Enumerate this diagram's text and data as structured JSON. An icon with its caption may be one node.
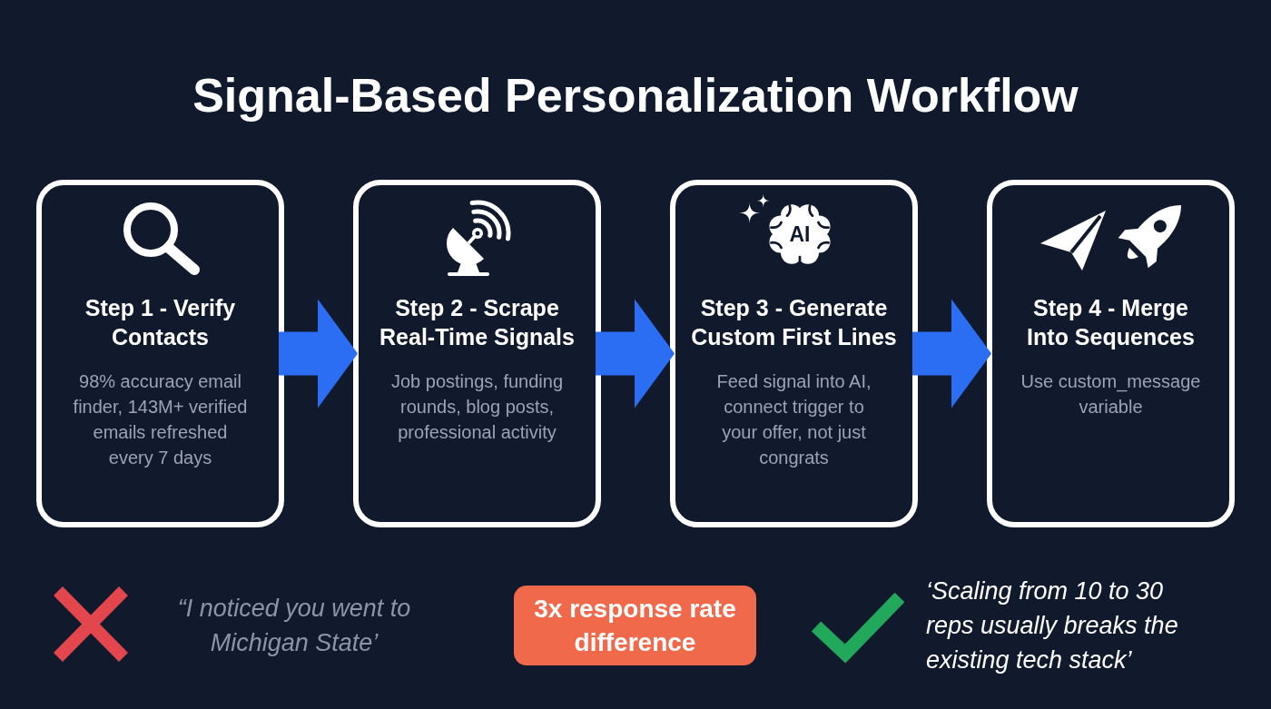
{
  "diagram": {
    "title": "Signal-Based Personalization Workflow",
    "nodes": [
      {
        "text": [
          "Step 1 - Verify Contacts",
          "98% accuracy email finder, 143M+ verified emails refreshed every 7 days"
        ]
      },
      {
        "text": [
          "Step 2 - Scrape Real-Time Signals",
          "Job postings, funding rounds, blog posts, professional activity"
        ]
      },
      {
        "text": [
          "Step 3 - Generate Custom First Lines",
          "Feed signal into AI, connect trigger to your offer, not just congrats"
        ]
      },
      {
        "text": [
          "Step 4 - Merge Into Sequences",
          "Use custom_message variable"
        ]
      },
      {
        "text": [
          "3x response rate difference"
        ]
      }
    ],
    "edges": [
      {
        "from": 0,
        "to": 1,
        "arrow": "to"
      },
      {
        "from": 1,
        "to": 2,
        "arrow": "to"
      },
      {
        "from": 2,
        "to": 3,
        "arrow": "to"
      }
    ],
    "labels": [
      "AI",
      "“I noticed you went to Michigan State’",
      "‘Scaling from 10 to 30 reps usually breaks the existing tech stack’"
    ]
  }
}
